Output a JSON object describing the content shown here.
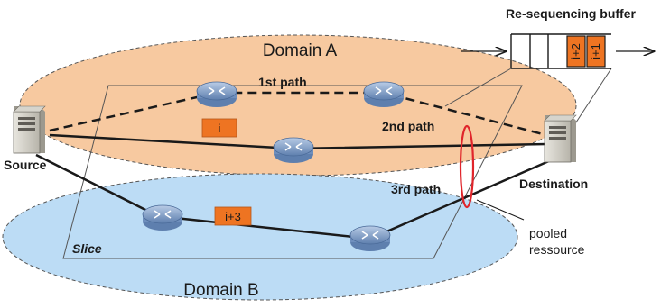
{
  "labels": {
    "buffer_title": "Re-sequencing buffer",
    "domain_a": "Domain A",
    "domain_b": "Domain B",
    "path_1": "1st path",
    "path_2": "2nd path",
    "path_3": "3rd path",
    "source": "Source",
    "destination": "Destination",
    "slice": "Slice",
    "pooled_line1": "pooled",
    "pooled_line2": "ressource"
  },
  "packets": {
    "on_path": "i",
    "on_path_b": "i+3",
    "buffer_1": "i+2",
    "buffer_2": "i+1"
  },
  "colors": {
    "domain_a_fill": "#f7c9a0",
    "domain_b_fill": "#bcdcf5",
    "packet_fill": "#ee7422",
    "router_fill": "#7f9fc7",
    "pooled_ring": "#e0252b"
  },
  "icons": {
    "router": "router-icon",
    "server": "server-icon",
    "arrow": "arrow-icon"
  }
}
